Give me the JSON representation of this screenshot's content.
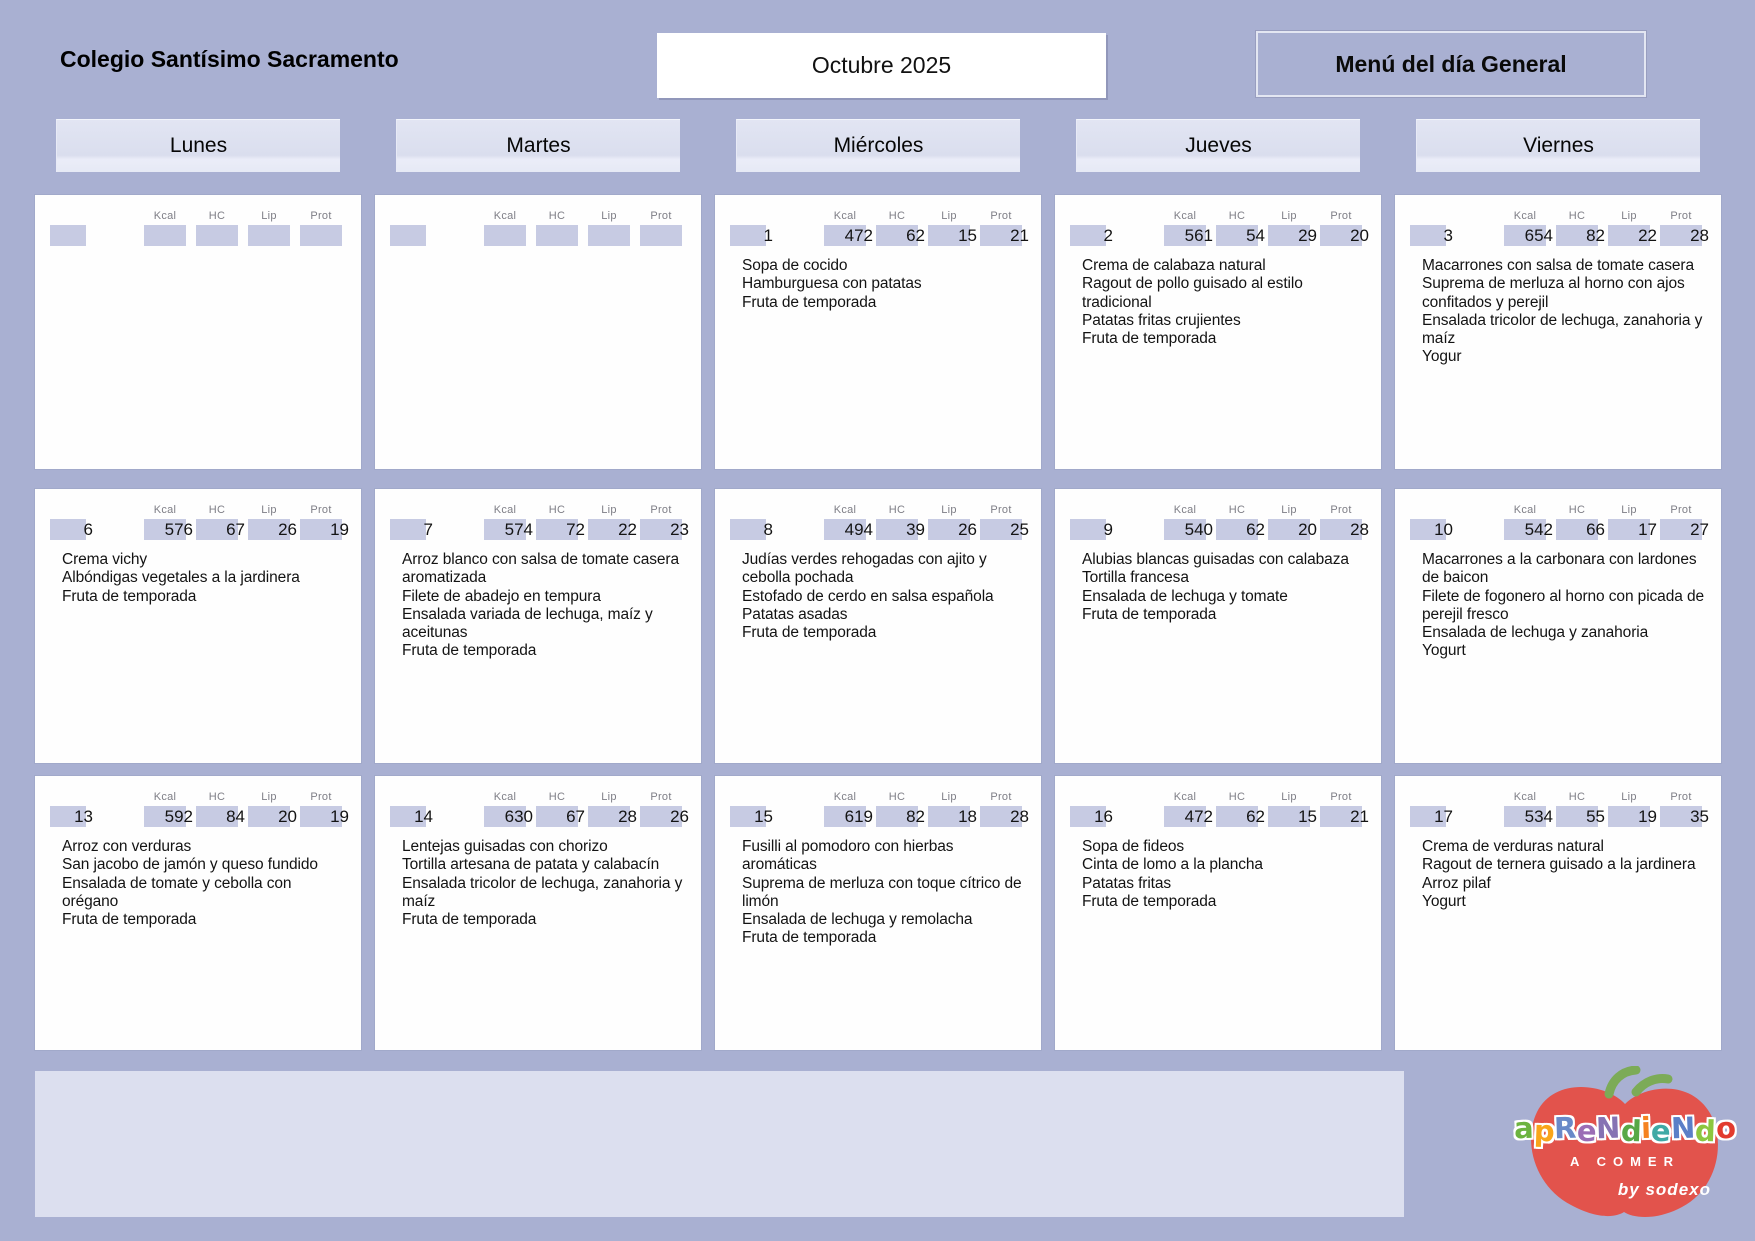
{
  "header": {
    "school": "Colegio Santísimo Sacramento",
    "month": "Octubre 2025",
    "menu_type": "Menú del día General"
  },
  "days_of_week": [
    "Lunes",
    "Martes",
    "Miércoles",
    "Jueves",
    "Viernes"
  ],
  "nutrition_labels": [
    "Kcal",
    "HC",
    "Lip",
    "Prot"
  ],
  "weeks": [
    [
      {
        "day": "",
        "kcal": "",
        "hc": "",
        "lip": "",
        "prot": "",
        "menu": []
      },
      {
        "day": "",
        "kcal": "",
        "hc": "",
        "lip": "",
        "prot": "",
        "menu": []
      },
      {
        "day": "1",
        "kcal": "472",
        "hc": "62",
        "lip": "15",
        "prot": "21",
        "menu": [
          "Sopa de cocido",
          "Hamburguesa con patatas",
          "Fruta de temporada"
        ]
      },
      {
        "day": "2",
        "kcal": "561",
        "hc": "54",
        "lip": "29",
        "prot": "20",
        "menu": [
          "Crema de calabaza natural",
          "Ragout de pollo guisado al estilo tradicional",
          "Patatas fritas crujientes",
          "Fruta de temporada"
        ]
      },
      {
        "day": "3",
        "kcal": "654",
        "hc": "82",
        "lip": "22",
        "prot": "28",
        "menu": [
          "Macarrones con salsa de tomate casera",
          "Suprema de merluza al horno con ajos confitados y perejil",
          "Ensalada tricolor de lechuga, zanahoria y maíz",
          "Yogur"
        ]
      }
    ],
    [
      {
        "day": "6",
        "kcal": "576",
        "hc": "67",
        "lip": "26",
        "prot": "19",
        "menu": [
          "Crema vichy",
          "Albóndigas vegetales a la jardinera",
          "Fruta de temporada"
        ]
      },
      {
        "day": "7",
        "kcal": "574",
        "hc": "72",
        "lip": "22",
        "prot": "23",
        "menu": [
          "Arroz blanco con salsa de tomate casera aromatizada",
          "Filete de abadejo en tempura",
          "Ensalada variada de lechuga, maíz y aceitunas",
          "Fruta de temporada"
        ]
      },
      {
        "day": "8",
        "kcal": "494",
        "hc": "39",
        "lip": "26",
        "prot": "25",
        "menu": [
          "Judías verdes rehogadas con ajito y cebolla pochada",
          "Estofado de cerdo en salsa española",
          "Patatas asadas",
          "Fruta de temporada"
        ]
      },
      {
        "day": "9",
        "kcal": "540",
        "hc": "62",
        "lip": "20",
        "prot": "28",
        "menu": [
          "Alubias blancas guisadas con calabaza",
          "Tortilla francesa",
          "Ensalada de lechuga y tomate",
          "Fruta de temporada"
        ]
      },
      {
        "day": "10",
        "kcal": "542",
        "hc": "66",
        "lip": "17",
        "prot": "27",
        "menu": [
          "Macarrones  a la carbonara con lardones de baicon",
          "Filete de fogonero al horno con picada de perejil fresco",
          "Ensalada de lechuga y zanahoria",
          "Yogurt"
        ]
      }
    ],
    [
      {
        "day": "13",
        "kcal": "592",
        "hc": "84",
        "lip": "20",
        "prot": "19",
        "menu": [
          "Arroz con verduras",
          "San jacobo de jamón y queso fundido",
          "Ensalada de tomate y cebolla con orégano",
          "Fruta de temporada"
        ]
      },
      {
        "day": "14",
        "kcal": "630",
        "hc": "67",
        "lip": "28",
        "prot": "26",
        "menu": [
          "Lentejas guisadas con chorizo",
          "Tortilla artesana de patata y calabacín",
          "Ensalada tricolor de lechuga, zanahoria y maíz",
          "Fruta de temporada"
        ]
      },
      {
        "day": "15",
        "kcal": "619",
        "hc": "82",
        "lip": "18",
        "prot": "28",
        "menu": [
          "Fusilli al pomodoro con hierbas aromáticas",
          "Suprema de merluza con toque cítrico de limón",
          "Ensalada de lechuga y remolacha",
          "Fruta de temporada"
        ]
      },
      {
        "day": "16",
        "kcal": "472",
        "hc": "62",
        "lip": "15",
        "prot": "21",
        "menu": [
          "Sopa de fideos",
          "Cinta de lomo a la plancha",
          "Patatas fritas",
          "Fruta de temporada"
        ]
      },
      {
        "day": "17",
        "kcal": "534",
        "hc": "55",
        "lip": "19",
        "prot": "35",
        "menu": [
          "Crema de verduras natural",
          "Ragout de ternera guisado a la jardinera",
          "Arroz pilaf",
          "Yogurt"
        ]
      }
    ]
  ],
  "logo": {
    "word": "apReNdieNdo",
    "letter_colors": [
      "#6cb33f",
      "#f9a51a",
      "#6a89c8",
      "#9b6db5",
      "#8672b3",
      "#58a846",
      "#f58220",
      "#3fa9a5",
      "#5b7fc7",
      "#8cc63f",
      "#e23b2e"
    ],
    "subtitle": "A COMER",
    "byline": "by sodexo"
  },
  "colors": {
    "background": "#a9b0d2",
    "card": "#fefefe",
    "value_chip": "#c7cbe3",
    "weekday_header": "#dadeee",
    "footer": "#dcdfef",
    "apple_red": "#e2534c",
    "leaf_green": "#7cab57"
  }
}
